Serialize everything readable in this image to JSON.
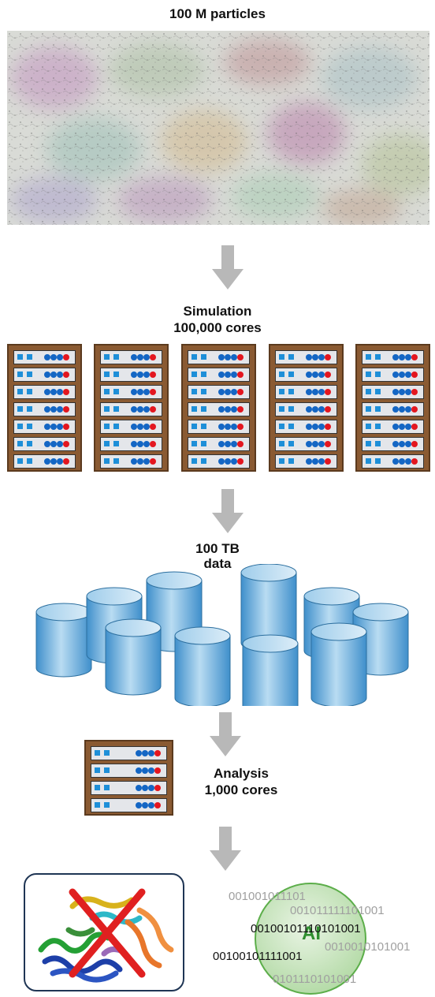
{
  "labels": {
    "particles": "100 M particles",
    "simulation_line1": "Simulation",
    "simulation_line2": "100,000 cores",
    "data_line1": "100 TB",
    "data_line2": "data",
    "analysis_line1": "Analysis",
    "analysis_line2": "1,000 cores"
  },
  "ai": {
    "label": "AI",
    "bit_strings": [
      "001001011101",
      "001011111101001",
      "00100101110101001",
      "0010010101001",
      "00100101111001",
      "0101110101001"
    ]
  },
  "colors": {
    "arrow": "#b8b8b8",
    "rack_wood": "#8a5a32",
    "server_light_blue": "#1e8fd8",
    "server_dot_blue": "#1466c4",
    "server_dot_red": "#e3161f",
    "cylinder_blue": "#5aa6d8",
    "ai_green": "#2f8f2f",
    "cross_red": "#e02020"
  },
  "icons": {
    "arrow": "down-arrow-icon",
    "rack": "server-rack-icon",
    "storage": "database-cylinder-icon",
    "protein": "protein-structure-icon",
    "cross": "cross-icon"
  }
}
